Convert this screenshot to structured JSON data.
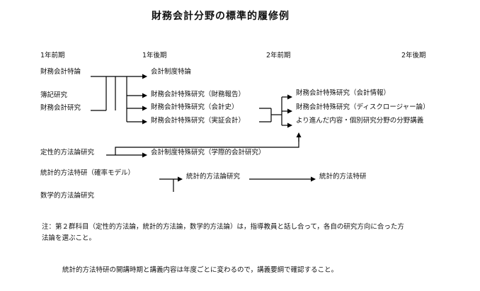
{
  "title": "財務会計分野の標準的履修例",
  "periods": {
    "y1_first": "1年前期",
    "y1_second": "1年後期",
    "y2_first": "2年前期",
    "y2_second": "2年後期"
  },
  "courses": {
    "fa_special": "財務会計特論",
    "bookkeeping": "簿記研究",
    "fa_research": "財務会計研究",
    "acct_system": "会計制度特論",
    "fa_special_report": "財務会計特殊研究（財務報告）",
    "fa_special_history": "財務会計特殊研究（会計史）",
    "fa_special_empirical": "財務会計特殊研究（実証会計）",
    "fa_special_info": "財務会計特殊研究（会計情報）",
    "fa_special_disclosure": "財務会計特殊研究（ディスクロージャー論）",
    "advanced": "より進んだ内容・個別研究分野の分野講義",
    "qualitative": "定性的方法論研究",
    "acct_system_special": "会計制度特殊研究（学際的会計研究）",
    "stat_special_model": "統計的方法特研（確率モデル）",
    "stat_method_research": "統計的方法論研究",
    "stat_special": "統計的方法特研",
    "math_method": "数学的方法論研究"
  },
  "notes": {
    "note1_line1": "注：第２群科目（定性的方法論，統計的方法論，数学的方法論）は，指導教員と話し合って，各自の研究方向に合った方",
    "note1_line2": "法論を選ぶこと。",
    "note2": "統計的方法特研の開講時期と講義内容は年度ごとに変わるので，講義要綱で確認すること。"
  }
}
